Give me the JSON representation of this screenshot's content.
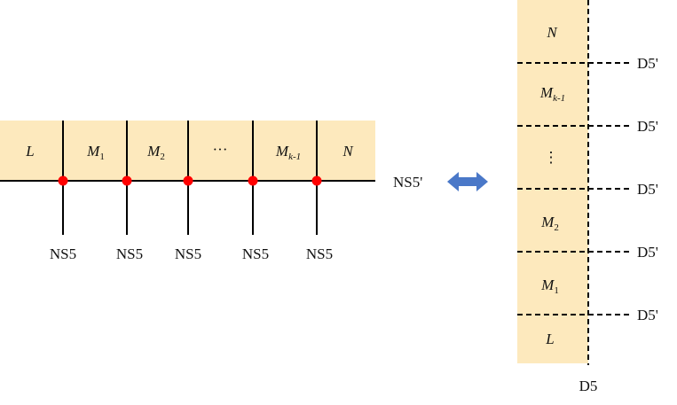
{
  "colors": {
    "cell_fill": "#fde9bd",
    "line": "#000000",
    "dot": "#ff0000",
    "arrow": "#4a78c8"
  },
  "horizontal": {
    "cells": [
      {
        "base": "L",
        "sub": ""
      },
      {
        "base": "M",
        "sub": "1"
      },
      {
        "base": "M",
        "sub": "2"
      },
      {
        "base": "···",
        "sub": ""
      },
      {
        "base": "M",
        "sub": "k-1"
      },
      {
        "base": "N",
        "sub": ""
      }
    ],
    "ns5_labels": [
      "NS5",
      "NS5",
      "NS5",
      "NS5",
      "NS5"
    ],
    "ns5prime_label": "NS5'"
  },
  "equivalence_arrow_icon": "double-arrow-icon",
  "vertical": {
    "cells": [
      {
        "base": "N",
        "sub": ""
      },
      {
        "base": "M",
        "sub": "k-1"
      },
      {
        "base": "⋮",
        "sub": ""
      },
      {
        "base": "M",
        "sub": "2"
      },
      {
        "base": "M",
        "sub": "1"
      },
      {
        "base": "L",
        "sub": ""
      }
    ],
    "d5prime_labels": [
      "D5'",
      "D5'",
      "D5'",
      "D5'",
      "D5'"
    ],
    "d5_label": "D5"
  }
}
